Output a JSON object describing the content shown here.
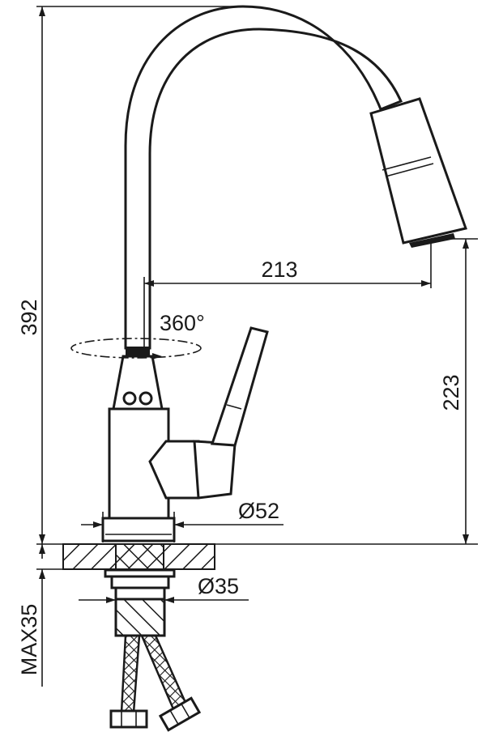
{
  "dimensions": {
    "total_height": "392",
    "spout_reach": "213",
    "rotation": "360°",
    "spout_height": "223",
    "base_diameter": "Ø52",
    "mount_hole_diameter": "Ø35",
    "max_deck_thickness": "MAX35"
  },
  "colors": {
    "line": "#1a1a1a",
    "background": "#ffffff"
  }
}
